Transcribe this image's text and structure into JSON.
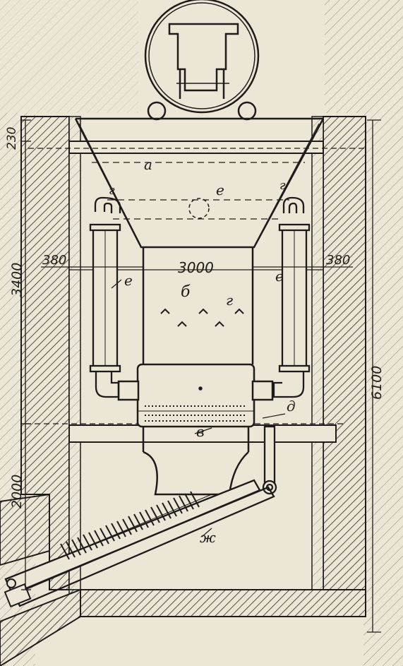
{
  "colors": {
    "paper": "#ece6d6",
    "ink": "#1d1c1a",
    "hatch_light": "#8f8a7d"
  },
  "dimensions": {
    "top_height": "230",
    "middle_height": "3400",
    "lower_height": "2000",
    "total_height": "6100",
    "wall_left": "380",
    "wall_right": "380",
    "chamber_width": "3000"
  },
  "labels": {
    "a": "а",
    "b": "б",
    "v": "в",
    "g": "г",
    "d": "д",
    "e": "е",
    "zh": "ж",
    "g_small_left": "г",
    "g_small_right": "г",
    "e_pipe_left": "е",
    "e_pipe_right": "е"
  }
}
